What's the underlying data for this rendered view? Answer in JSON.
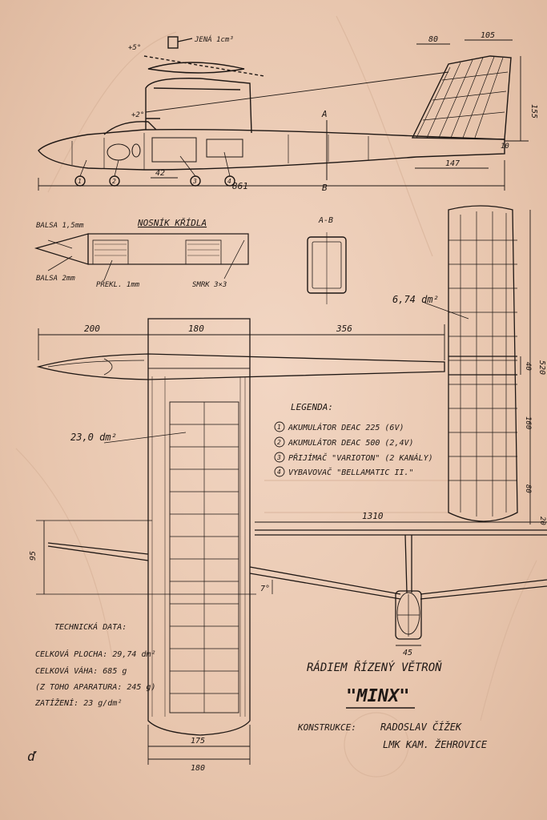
{
  "colors": {
    "paper": "#eccdb8",
    "ink": "#1e1714",
    "ghost": "#d9b59d"
  },
  "side_view": {
    "dim_total": "861",
    "dim_cockpit": "42",
    "dim_tail_chord": "147",
    "dim_fin_top": "80",
    "dim_fin_top2": "105",
    "dim_fin_height": "155",
    "dim_fin_small": "10",
    "angle_up5": "+5°",
    "angle_up2": "+2°",
    "weight_note": "JENÁ 1cm³",
    "section_mark_a": "A",
    "section_mark_b": "B",
    "callouts": [
      "1",
      "2",
      "3",
      "4"
    ]
  },
  "spar_detail": {
    "title": "NOSNÍK KŘÍDLA",
    "balsa_top": "BALSA 1,5mm",
    "balsa_bottom": "BALSA 2mm",
    "plywood": "PŘEKL. 1mm",
    "spruce": "SMRK 3×3"
  },
  "section_ab": {
    "label": "A-B"
  },
  "top_view": {
    "dim_nose": "200",
    "dim_center": "180",
    "dim_tail": "356",
    "wing_area": "23,0 dm²",
    "stab_area": "6,74 dm²",
    "dim_span_right": "520",
    "dim_stab_40": "40",
    "dim_stab_160": "160",
    "dim_stab_80": "80",
    "dim_stab_20": "20",
    "dim_root_175": "175",
    "dim_root_180": "180"
  },
  "legend": {
    "title": "LEGENDA:",
    "items": [
      {
        "num": "1",
        "text": "AKUMULÁTOR DEAC 225 (6V)"
      },
      {
        "num": "2",
        "text": "AKUMULÁTOR DEAC 500 (2,4V)"
      },
      {
        "num": "3",
        "text": "PŘIJÍMAČ \"VARIOTON\" (2 KANÁLY)"
      },
      {
        "num": "4",
        "text": "VYBAVOVAČ \"BELLAMATIC II.\""
      }
    ]
  },
  "front_view": {
    "dim_span_half": "1310",
    "dim_dihedral_height": "95",
    "dim_angle": "7°",
    "dim_fuselage_width": "45"
  },
  "tech_data": {
    "title": "TECHNICKÁ DATA:",
    "lines": [
      "CELKOVÁ PLOCHA: 29,74 dm²",
      "CELKOVÁ VÁHA: 685 g",
      "(Z TOHO APARATURA: 245 g)",
      "ZATÍŽENÍ: 23 g/dm²"
    ]
  },
  "title_block": {
    "subtitle": "RÁDIEM ŘÍZENÝ VĚTROŇ",
    "name": "\"MINX\"",
    "designer_label": "KONSTRUKCE:",
    "designer_name": "RADOSLAV ČÍŽEK",
    "club": "LMK KAM. ŽEHROVICE"
  },
  "signature_mark": "ď"
}
